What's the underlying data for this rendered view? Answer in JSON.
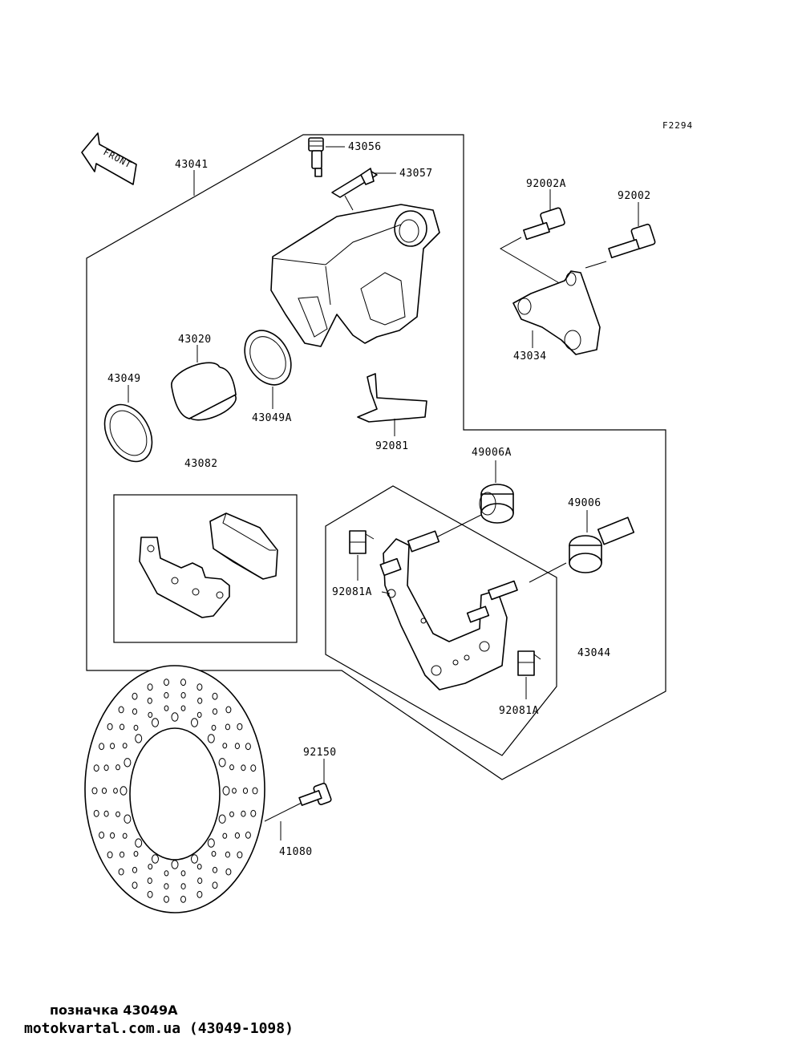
{
  "diagram_code": "F2294",
  "front_label": "FRONT",
  "labels": {
    "p43041": "43041",
    "p43056": "43056",
    "p43057": "43057",
    "p92002A": "92002A",
    "p92002": "92002",
    "p43034": "43034",
    "p43020": "43020",
    "p43049": "43049",
    "p43049A": "43049A",
    "p43082": "43082",
    "p92081": "92081",
    "p49006A": "49006A",
    "p49006": "49006",
    "p92081A_1": "92081A",
    "p92081A_2": "92081A",
    "p43044": "43044",
    "p92150": "92150",
    "p41080": "41080"
  },
  "caption": "позначка 43049A",
  "watermark": "motokvartal.com.ua (43049-1098)"
}
